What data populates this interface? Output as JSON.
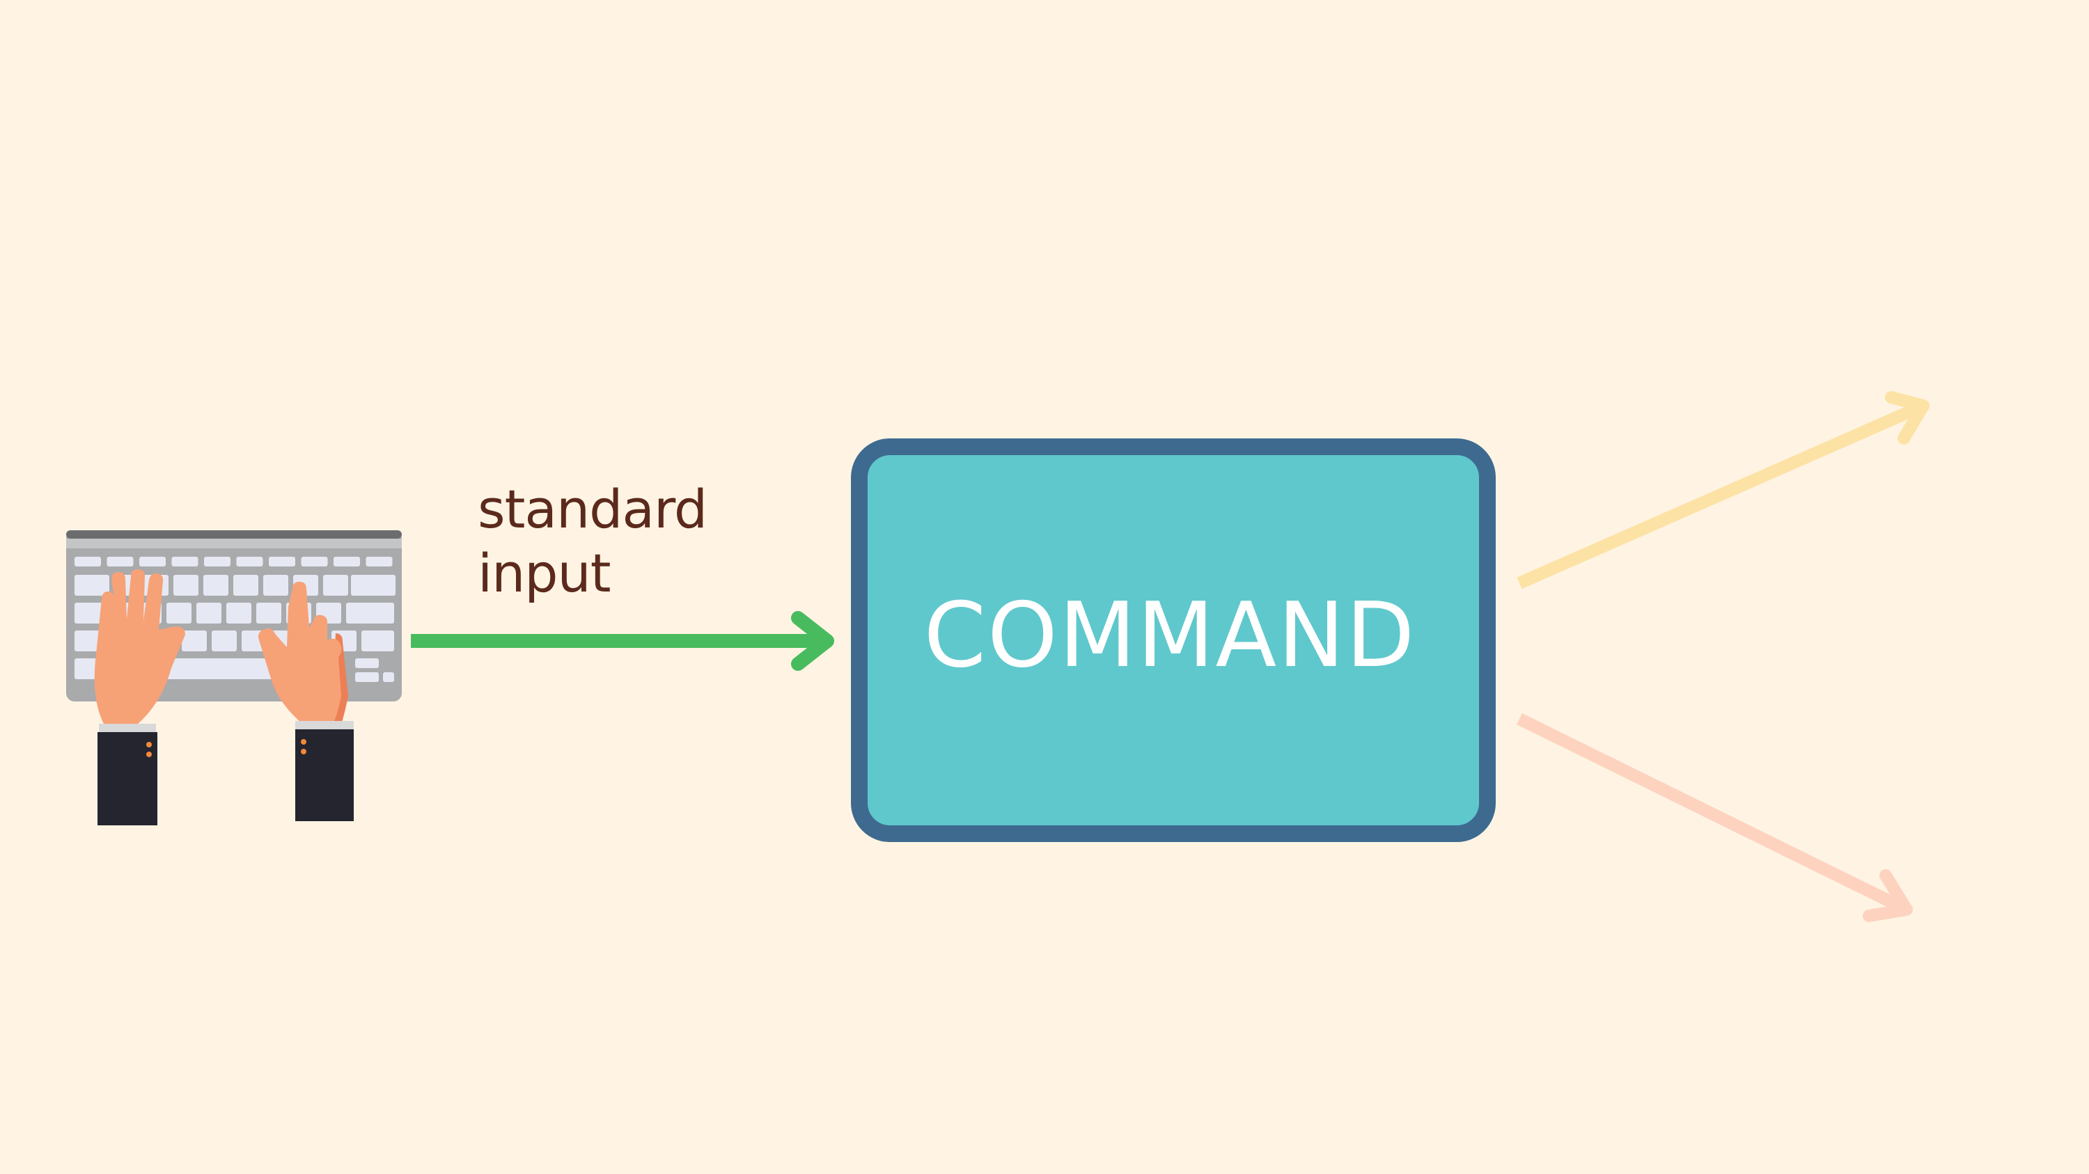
{
  "colors": {
    "background": "#fff4e3",
    "label_text": "#5b2a1d",
    "command_fill": "#5fc8cc",
    "command_border": "#3e6a90",
    "command_text": "#ffffff",
    "input_arrow": "#48bb5f",
    "output_arrow_top": "#fde2a6",
    "output_arrow_bottom": "#fdd3bf",
    "keyboard_body": "#a9aaac",
    "keyboard_top": "#6b6c6e",
    "key": "#e6e9f3",
    "skin": "#f7a177",
    "skin_shadow": "#ec7f55",
    "sleeve": "#24252f",
    "cuff": "#d9d9d9",
    "button": "#f08a3a"
  },
  "diagram": {
    "input_label_line1": "standard",
    "input_label_line2": "input",
    "command_label": "COMMAND"
  },
  "icons": {
    "keyboard": "keyboard-with-typing-hands-icon"
  }
}
